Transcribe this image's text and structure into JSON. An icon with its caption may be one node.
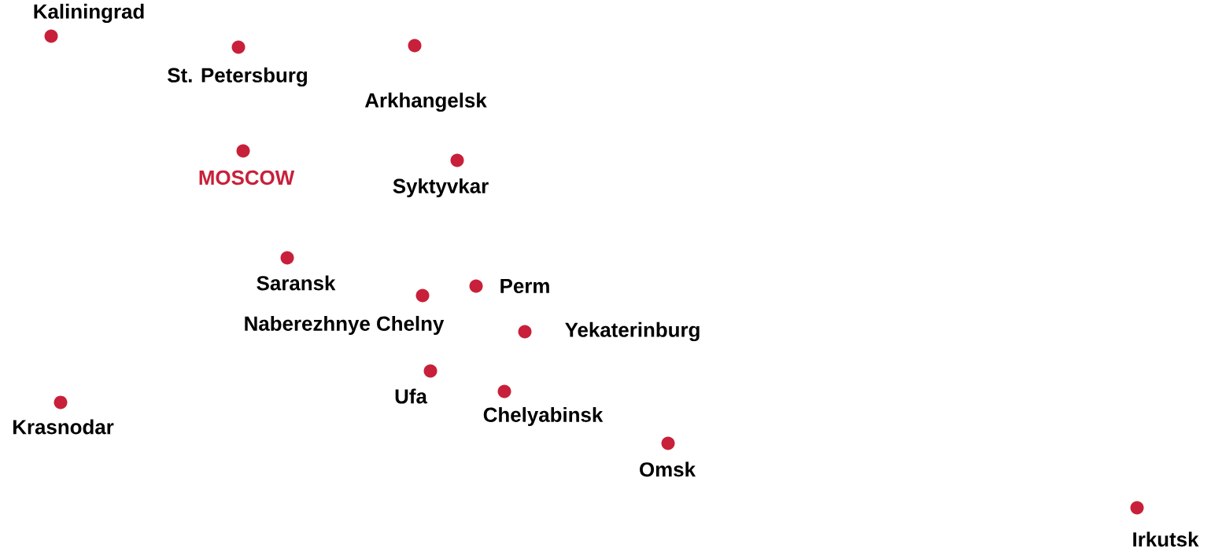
{
  "diagram": {
    "nodes": [
      {
        "text": [
          "Kaliningrad"
        ]
      },
      {
        "text": [
          "St. Petersburg"
        ]
      },
      {
        "text": [
          "Arkhangelsk"
        ]
      },
      {
        "text": [
          "MOSCOW"
        ]
      },
      {
        "text": [
          "Syktyvkar"
        ]
      },
      {
        "text": [
          "Saransk"
        ]
      },
      {
        "text": [
          "Perm"
        ]
      },
      {
        "text": [
          "Naberezhnye Chelny"
        ]
      },
      {
        "text": [
          "Yekaterinburg"
        ]
      },
      {
        "text": [
          "Ufa"
        ]
      },
      {
        "text": [
          "Krasnodar"
        ]
      },
      {
        "text": [
          "Chelyabinsk"
        ]
      },
      {
        "text": [
          "Omsk"
        ]
      },
      {
        "text": [
          "Irkutsk"
        ]
      }
    ]
  }
}
